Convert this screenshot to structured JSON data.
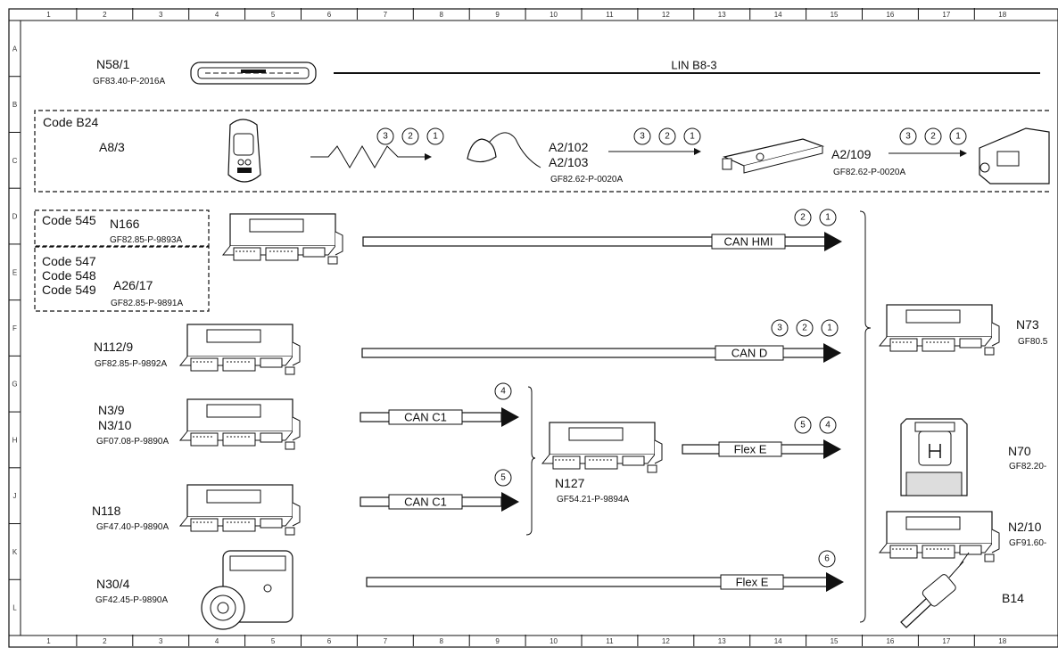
{
  "ruler": {
    "cols": [
      "1",
      "2",
      "3",
      "4",
      "5",
      "6",
      "7",
      "8",
      "9",
      "10",
      "11",
      "12",
      "13",
      "14",
      "15",
      "16",
      "17",
      "18"
    ],
    "rows": [
      "A",
      "B",
      "C",
      "D",
      "E",
      "F",
      "G",
      "H",
      "J",
      "K",
      "L"
    ]
  },
  "components": {
    "n58_1": {
      "name": "N58/1",
      "ref": "GF83.40-P-2016A"
    },
    "a8_3": {
      "name": "A8/3"
    },
    "a2_102": {
      "name": "A2/102"
    },
    "a2_103": {
      "name": "A2/103",
      "ref": "GF82.62-P-0020A"
    },
    "a2_109": {
      "name": "A2/109",
      "ref": "GF82.62-P-0020A"
    },
    "n166": {
      "name": "N166",
      "ref": "GF82.85-P-9893A"
    },
    "a26_17": {
      "name": "A26/17",
      "ref": "GF82.85-P-9891A"
    },
    "n112_9": {
      "name": "N112/9",
      "ref": "GF82.85-P-9892A"
    },
    "n3_9": {
      "name": "N3/9"
    },
    "n3_10": {
      "name": "N3/10",
      "ref": "GF07.08-P-9890A"
    },
    "n118": {
      "name": "N118",
      "ref": "GF47.40-P-9890A"
    },
    "n30_4": {
      "name": "N30/4",
      "ref": "GF42.45-P-9890A"
    },
    "n127": {
      "name": "N127",
      "ref": "GF54.21-P-9894A"
    },
    "n73": {
      "name": "N73",
      "ref": "GF80.5"
    },
    "n70": {
      "name": "N70",
      "ref": "GF82.20-"
    },
    "n2_10": {
      "name": "N2/10",
      "ref": "GF91.60-"
    },
    "b14": {
      "name": "B14"
    }
  },
  "codes": {
    "b24": "Code B24",
    "c545": "Code 545",
    "c547": "Code 547",
    "c548": "Code 548",
    "c549": "Code 549"
  },
  "buses": {
    "lin": "LIN B8-3",
    "can_hmi": "CAN HMI",
    "can_d": "CAN D",
    "can_c1_a": "CAN C1",
    "can_c1_b": "CAN C1",
    "flex_e_a": "Flex E",
    "flex_e_b": "Flex E"
  },
  "circles": {
    "rf1": [
      "3",
      "2",
      "1"
    ],
    "rf2": [
      "3",
      "2",
      "1"
    ],
    "rf3": [
      "3",
      "2",
      "1"
    ],
    "hmi": [
      "2",
      "1"
    ],
    "cand": [
      "3",
      "2",
      "1"
    ],
    "c1a": [
      "4"
    ],
    "c1b": [
      "5"
    ],
    "flexa": [
      "5",
      "4"
    ],
    "flexb": [
      "6"
    ]
  }
}
